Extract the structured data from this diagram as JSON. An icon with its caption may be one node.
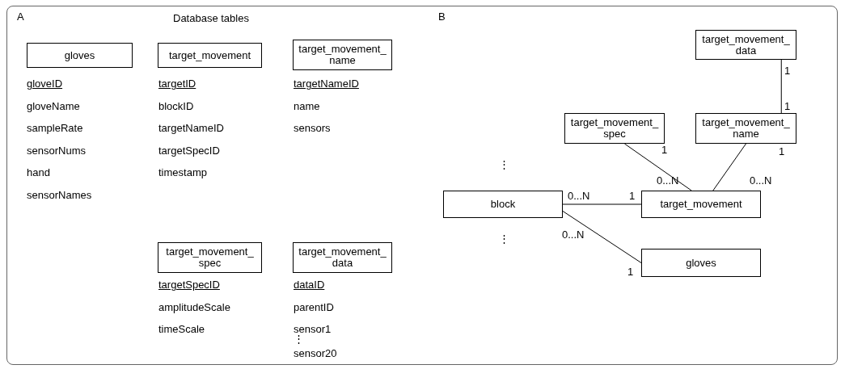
{
  "diagram": {
    "nodes": [
      {
        "text": [
          "gloves"
        ],
        "beside": [
          "gloveID",
          "gloveName",
          "sampleRate",
          "sensorNums",
          "hand",
          "sensorNames"
        ]
      },
      {
        "text": [
          "target_movement"
        ],
        "beside": [
          "targetID",
          "blockID",
          "targetNameID",
          "targetSpecID",
          "timestamp"
        ]
      },
      {
        "text": [
          "target_movement_ name"
        ],
        "beside": [
          "targetNameID",
          "name",
          "sensors"
        ]
      },
      {
        "text": [
          "target_movement_ spec"
        ],
        "beside": [
          "targetSpecID",
          "amplitudeScale",
          "timeScale"
        ]
      },
      {
        "text": [
          "target_movement_ data"
        ],
        "beside": [
          "dataID",
          "parentID",
          "sensor1",
          "⋮",
          "sensor20"
        ]
      },
      {
        "text": [
          "target_movement_ data"
        ]
      },
      {
        "text": [
          "target_movement_ spec"
        ]
      },
      {
        "text": [
          "target_movement_ name"
        ]
      },
      {
        "text": [
          "block"
        ]
      },
      {
        "text": [
          "target_movement"
        ]
      },
      {
        "text": [
          "gloves"
        ]
      }
    ],
    "edges": [
      {
        "from": 5,
        "to": 7,
        "arrow": "none"
      },
      {
        "from": 6,
        "to": 9,
        "arrow": "none"
      },
      {
        "from": 7,
        "to": 9,
        "arrow": "none"
      },
      {
        "from": 8,
        "to": 9,
        "arrow": "none"
      },
      {
        "from": 8,
        "to": 10,
        "arrow": "none"
      }
    ],
    "labels": [
      "A",
      "Database tables",
      "B",
      "1",
      "1",
      "1",
      "1",
      "⋮",
      "0...N",
      "0...N",
      "0...N",
      "1",
      "0...N",
      "⋮",
      "1"
    ]
  }
}
